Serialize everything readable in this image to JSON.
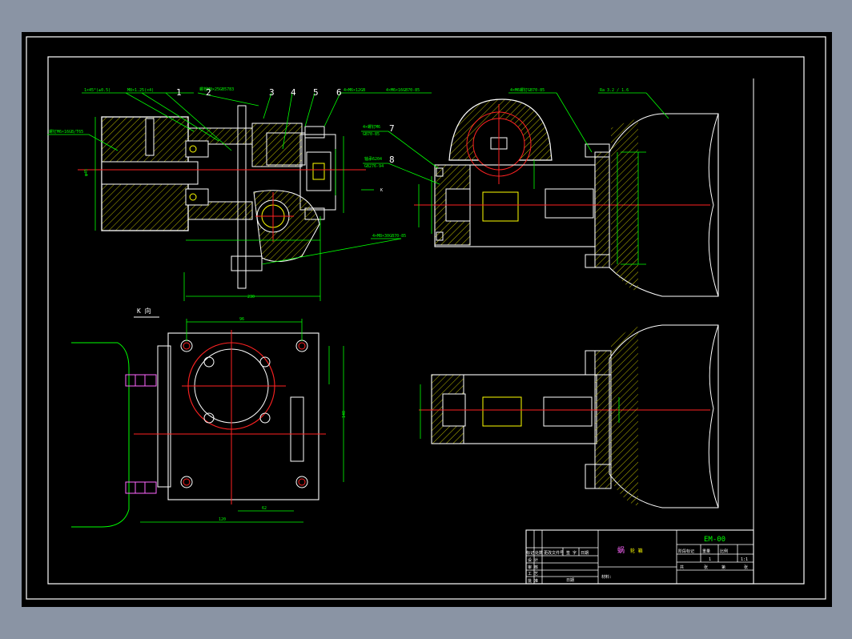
{
  "colors": {
    "background": "#8a94a4",
    "viewport": "#000000",
    "frame": "#ffffff",
    "inner_frame": "#00ff66",
    "geometry": "#ffffff",
    "dims": "#00ff00",
    "centerline": "#ff2222",
    "hidden": "#ffff00",
    "hatch": "#b8b800",
    "fasteners": "#ff66ff"
  },
  "leaders": {
    "n1": "1",
    "n2": "2",
    "n3": "3",
    "n4": "4",
    "n5": "5",
    "n6": "6",
    "n7": "7",
    "n8": "8"
  },
  "view_label": "K 向",
  "arrow_label": "K",
  "title_block": {
    "drawing_no": "EM-00",
    "title_a": "蜗",
    "title_b": "轮 箱",
    "h_mark": "标记",
    "h_count": "处数",
    "h_zone": "更改文件号",
    "h_sign": "签 字",
    "h_date": "日期",
    "h_stage": "阶段标记",
    "h_weight": "重量",
    "h_scale": "比例",
    "qty": "1",
    "scale": "1:1",
    "design": "设 计",
    "check": "审 核",
    "craft": "工 艺",
    "approve": "批 准",
    "date_label": "日期",
    "material": "材料:",
    "total": "共",
    "sheet": "张",
    "page": "第",
    "sheet2": "张"
  }
}
